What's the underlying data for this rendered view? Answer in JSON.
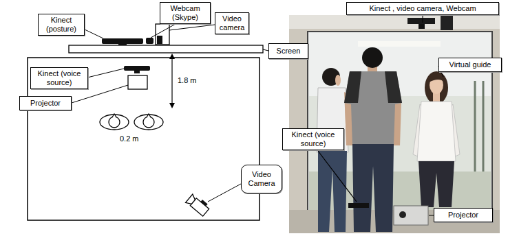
{
  "diagram": {
    "nodes": [
      {
        "text": [
          "Webcam (Skype)"
        ]
      },
      {
        "text": [
          "Kinect (posture)"
        ]
      },
      {
        "text": [
          "Video camera"
        ]
      },
      {
        "text": [
          "Screen"
        ]
      },
      {
        "text": [
          "Kinect (voice source)"
        ]
      },
      {
        "text": [
          "Projector"
        ]
      },
      {
        "text": [
          "Video Camera"
        ]
      },
      {
        "text": [
          "Kinect , video camera, Webcam"
        ]
      },
      {
        "text": [
          "Virtual guide"
        ]
      },
      {
        "text": [
          "Kinect (voice source)"
        ]
      },
      {
        "text": [
          "Projector"
        ]
      }
    ],
    "labels": [
      "1.8 m",
      "0.2 m"
    ]
  }
}
